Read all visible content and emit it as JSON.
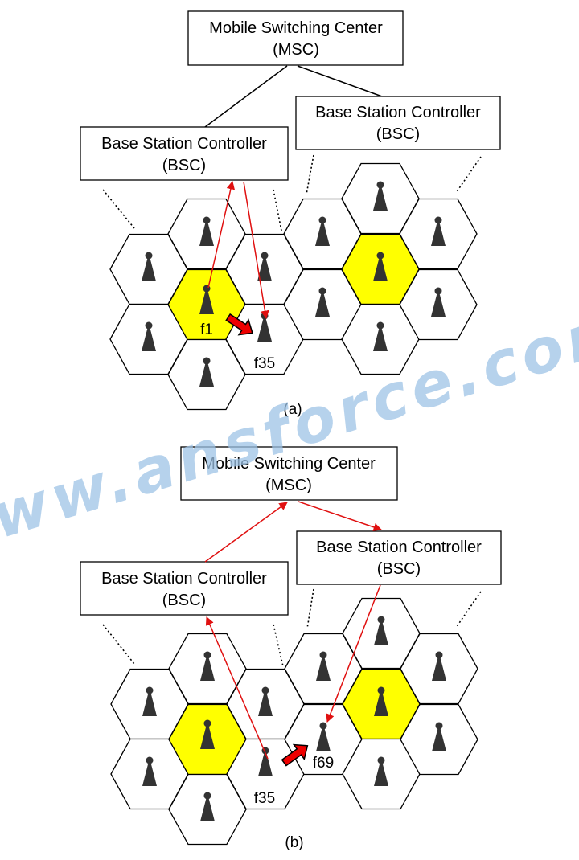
{
  "colors": {
    "highlight_cell": "#ffff00",
    "cell": "#ffffff",
    "path_arrow": "#e01010",
    "move_arrow": "#ee0000",
    "station_icon": "#333333",
    "watermark": "#9ec3e6"
  },
  "icons": {
    "station": "antenna-tower-icon",
    "move": "thick-arrow-icon"
  },
  "watermark": "www.ansforce.com",
  "panels": [
    {
      "caption": "(a)",
      "msc": {
        "line1": "Mobile Switching Center",
        "line2": "(MSC)"
      },
      "bsc_left": {
        "line1": "Base Station Controller",
        "line2": "(BSC)"
      },
      "bsc_right": {
        "line1": "Base Station Controller",
        "line2": "(BSC)"
      },
      "labels": {
        "from": "f1",
        "to": "f35"
      }
    },
    {
      "caption": "(b)",
      "msc": {
        "line1": "Mobile Switching Center",
        "line2": "(MSC)"
      },
      "bsc_left": {
        "line1": "Base Station Controller",
        "line2": "(BSC)"
      },
      "bsc_right": {
        "line1": "Base Station Controller",
        "line2": "(BSC)"
      },
      "labels": {
        "from": "f35",
        "to": "f69"
      }
    }
  ]
}
